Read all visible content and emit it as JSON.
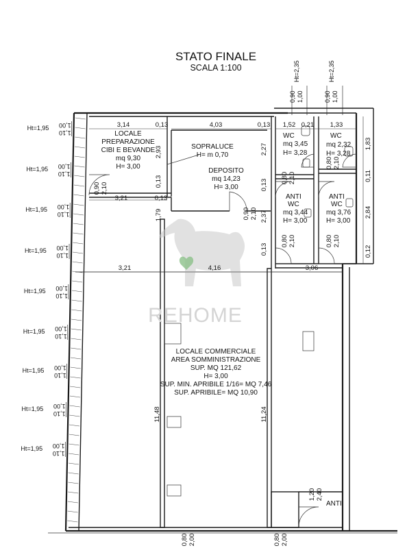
{
  "title": "STATO FINALE",
  "scale": "SCALA 1:100",
  "watermark": "REHOME",
  "window_heights": {
    "left_label": "Ht=1,95",
    "left_dims_a": "1,00",
    "left_dims_b": "1,10",
    "top_label": "Ht=2,35",
    "top_dims_a": "0,90",
    "top_dims_b": "1,00"
  },
  "rooms": {
    "prep": [
      "LOCALE",
      "PREPARAZIONE",
      "CIBI E BEVANDE",
      "mq 9,30",
      "H= 3,00"
    ],
    "sopraluce": [
      "SOPRALUCE",
      "H= m 0,70"
    ],
    "deposito": [
      "DEPOSITO",
      "mq 14,23",
      "H= 3,00"
    ],
    "wc1": [
      "WC",
      "mq 3,45",
      "H= 3,28"
    ],
    "wc2": [
      "WC",
      "mq 2,32",
      "H= 3,28"
    ],
    "anti1": [
      "ANTI",
      "WC",
      "mq 3,44",
      "H= 3,00"
    ],
    "anti2": [
      "ANTI",
      "WC",
      "mq 3,76",
      "H= 3,00"
    ],
    "main": [
      "LOCALE COMMERCIALE",
      "AREA SOMMINISTRAZIONE",
      "SUP. MQ 121,62",
      "H= 3,00",
      "SUP. MIN. APRIBILE 1/16= MQ 7,46",
      "SUP. APRIBILE= MQ 10,90"
    ],
    "anti3": [
      "ANTI"
    ]
  },
  "dimensions": {
    "d314": "3,14",
    "d013a": "0,13",
    "d403": "4,03",
    "d013b": "0,13",
    "d152": "1,52",
    "d021": "0,21",
    "d133": "1,33",
    "d293": "2,93",
    "d013c": "0,13",
    "d321top": "3,21",
    "d013d": "0,13",
    "d090a": "0,90",
    "d210a": "2,10",
    "d179": "1,79",
    "d227": "2,27",
    "d013e": "0,13",
    "d090b": "0,90",
    "d210b": "2,10",
    "d237": "2,37",
    "d013f": "0,13",
    "d080a": "0,80",
    "d210c": "2,10",
    "d080b": "0,80",
    "d210d": "2,10",
    "d080c": "0,80",
    "d210e": "2,10",
    "d080d": "0,80",
    "d210f": "2,10",
    "d183": "1,83",
    "d011": "0,11",
    "d284": "2,84",
    "d012": "0,12",
    "d321": "3,21",
    "d416": "4,16",
    "d306": "3,06",
    "d1148": "11,48",
    "d1124": "11,24",
    "d120": "1,20",
    "d240": "2,40",
    "d080e": "0,80",
    "d200a": "2,00",
    "d080f": "0,80",
    "d200b": "2,00"
  }
}
